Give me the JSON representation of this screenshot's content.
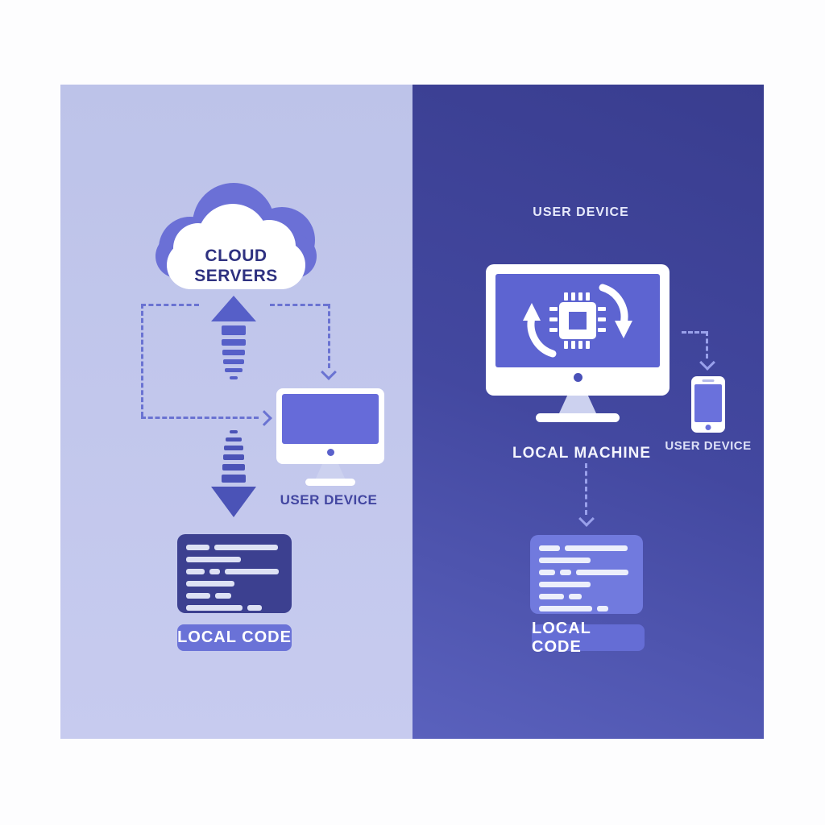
{
  "diagram": {
    "left_panel": {
      "background": "#c1c6ec",
      "cloud_label": "CLOUD SERVERS",
      "device_label": "USER DEVICE",
      "code_badge_label": "LOCAL CODE",
      "code_rows": [
        [
          24,
          66
        ],
        [
          57
        ],
        [
          19,
          11,
          56
        ],
        [
          50
        ],
        [
          25,
          17
        ],
        [
          58,
          15
        ]
      ],
      "colors": {
        "cloud_back": "#6b70d6",
        "upload_arrow": "#565fc8",
        "download_arrow": "#4b53b7",
        "dashed_path": "#6a73d2",
        "monitor_screen": "#666bd9",
        "code_block_bg": "#3c4090",
        "badge_bg": "#6a72d7",
        "label_text": "#4246a1",
        "cloud_text": "#2e3180"
      }
    },
    "right_panel": {
      "background_top": "#393d8f",
      "background_bottom": "#5a61bd",
      "top_device_label": "USER DEVICE",
      "machine_label": "LOCAL MACHINE",
      "phone_label": "USER DEVICE",
      "code_badge_label": "LOCAL CODE",
      "code_rows": [
        [
          22,
          66
        ],
        [
          54
        ],
        [
          17,
          12,
          55
        ],
        [
          54
        ],
        [
          26,
          14
        ],
        [
          56,
          12
        ]
      ],
      "colors": {
        "monitor_screen": "#5d64d1",
        "dashed_path": "#99a0eb",
        "code_block_bg": "#717ade",
        "badge_bg": "#656dd5",
        "label_text": "#f3f4fd"
      }
    },
    "icons": {
      "cloud": "cloud-icon",
      "desktop_left": "desktop-monitor-icon",
      "upload": "upload-arrow-icon",
      "download": "download-arrow-icon",
      "desktop_right": "desktop-monitor-icon",
      "chip_sync": "chip-sync-icon",
      "phone": "smartphone-icon",
      "code_left": "code-block-icon",
      "code_right": "code-block-icon"
    }
  }
}
